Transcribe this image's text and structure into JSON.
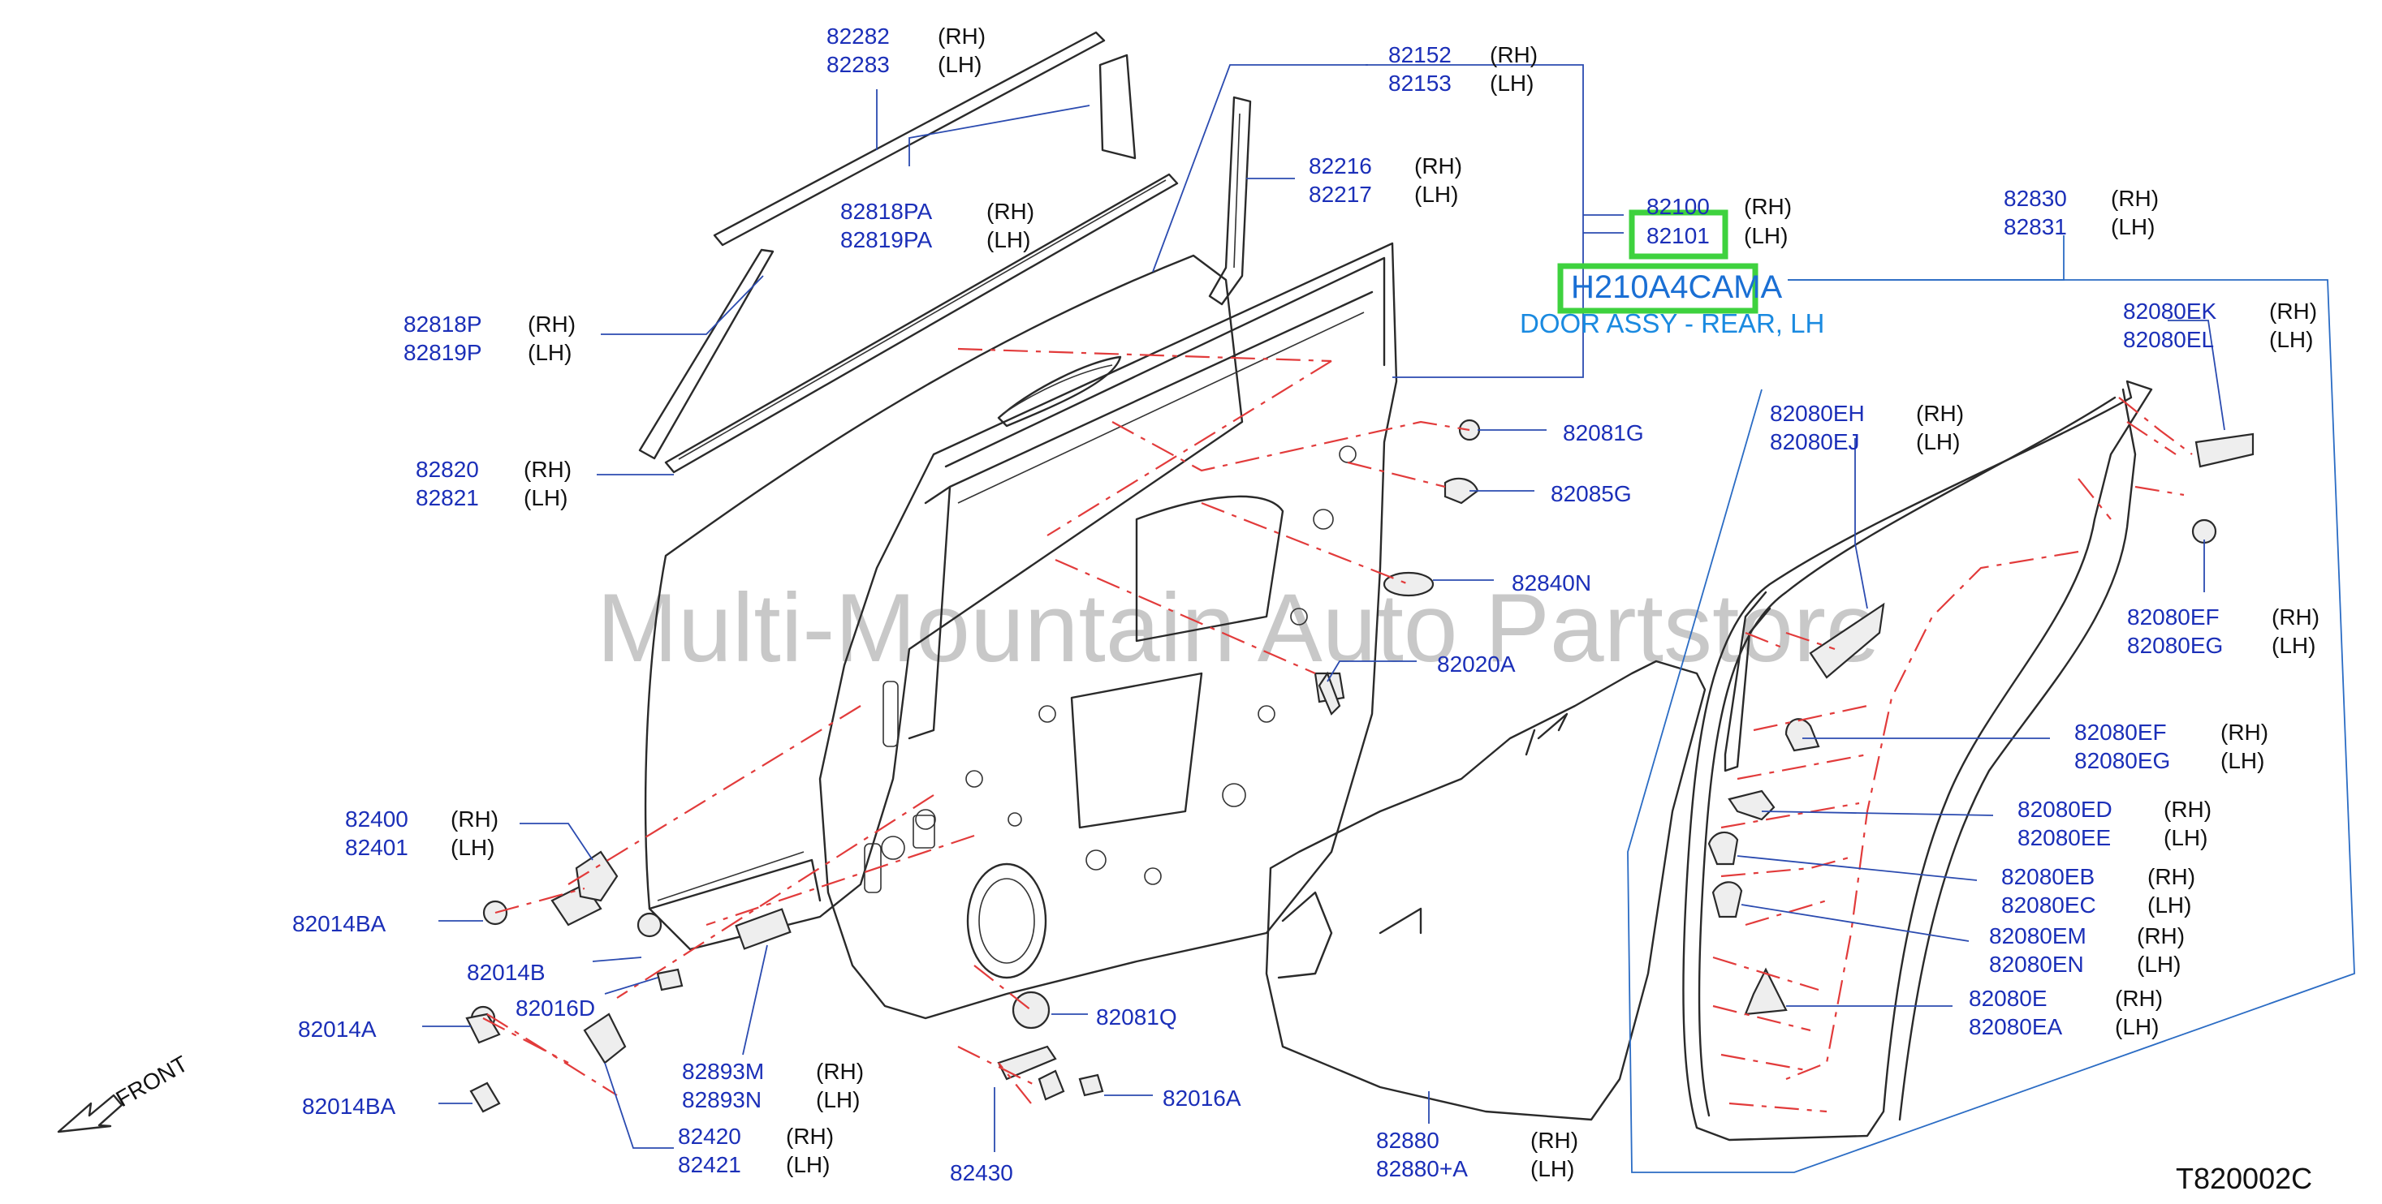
{
  "diagram": {
    "figure_code": "T820002C",
    "watermark": "Multi-Mountain Auto Partstore",
    "front_label": "FRONT",
    "highlight": {
      "part_code": "H210A4CAMA",
      "description": "DOOR ASSY - REAR, LH",
      "color": "#3ed23e"
    },
    "labels": [
      {
        "id": "82282",
        "rh": "82282",
        "lh": "82283",
        "rh_tag": "(RH)",
        "lh_tag": "(LH)"
      },
      {
        "id": "82152",
        "rh": "82152",
        "lh": "82153",
        "rh_tag": "(RH)",
        "lh_tag": "(LH)"
      },
      {
        "id": "82216",
        "rh": "82216",
        "lh": "82217",
        "rh_tag": "(RH)",
        "lh_tag": "(LH)"
      },
      {
        "id": "82818pa",
        "rh": "82818PA",
        "lh": "82819PA",
        "rh_tag": "(RH)",
        "lh_tag": "(LH)"
      },
      {
        "id": "82100",
        "rh": "82100",
        "lh": "82101",
        "rh_tag": "(RH)",
        "lh_tag": "(LH)"
      },
      {
        "id": "82830",
        "rh": "82830",
        "lh": "82831",
        "rh_tag": "(RH)",
        "lh_tag": "(LH)"
      },
      {
        "id": "82818p",
        "rh": "82818P",
        "lh": "82819P",
        "rh_tag": "(RH)",
        "lh_tag": "(LH)"
      },
      {
        "id": "82080ek",
        "rh": "82080EK",
        "lh": "82080EL",
        "rh_tag": "(RH)",
        "lh_tag": "(LH)"
      },
      {
        "id": "82080eh",
        "rh": "82080EH",
        "lh": "82080EJ",
        "rh_tag": "(RH)",
        "lh_tag": "(LH)"
      },
      {
        "id": "82820",
        "rh": "82820",
        "lh": "82821",
        "rh_tag": "(RH)",
        "lh_tag": "(LH)"
      },
      {
        "id": "82080ef-a",
        "rh": "82080EF",
        "lh": "82080EG",
        "rh_tag": "(RH)",
        "lh_tag": "(LH)"
      },
      {
        "id": "82080ef-b",
        "rh": "82080EF",
        "lh": "82080EG",
        "rh_tag": "(RH)",
        "lh_tag": "(LH)"
      },
      {
        "id": "82400",
        "rh": "82400",
        "lh": "82401",
        "rh_tag": "(RH)",
        "lh_tag": "(LH)"
      },
      {
        "id": "82080ed",
        "rh": "82080ED",
        "lh": "82080EE",
        "rh_tag": "(RH)",
        "lh_tag": "(LH)"
      },
      {
        "id": "82080eb",
        "rh": "82080EB",
        "lh": "82080EC",
        "rh_tag": "(RH)",
        "lh_tag": "(LH)"
      },
      {
        "id": "82080em",
        "rh": "82080EM",
        "lh": "82080EN",
        "rh_tag": "(RH)",
        "lh_tag": "(LH)"
      },
      {
        "id": "82080e",
        "rh": "82080E",
        "lh": "82080EA",
        "rh_tag": "(RH)",
        "lh_tag": "(LH)"
      },
      {
        "id": "82893m",
        "rh": "82893M",
        "lh": "82893N",
        "rh_tag": "(RH)",
        "lh_tag": "(LH)"
      },
      {
        "id": "82420",
        "rh": "82420",
        "lh": "82421",
        "rh_tag": "(RH)",
        "lh_tag": "(LH)"
      },
      {
        "id": "82880",
        "rh": "82880",
        "lh": "82880+A",
        "rh_tag": "(RH)",
        "lh_tag": "(LH)"
      }
    ],
    "singles": [
      {
        "id": "82081g",
        "code": "82081G"
      },
      {
        "id": "82085g",
        "code": "82085G"
      },
      {
        "id": "82840n",
        "code": "82840N"
      },
      {
        "id": "82020a",
        "code": "82020A"
      },
      {
        "id": "82014ba-top",
        "code": "82014BA"
      },
      {
        "id": "82014b",
        "code": "82014B"
      },
      {
        "id": "82016d",
        "code": "82016D"
      },
      {
        "id": "82014a",
        "code": "82014A"
      },
      {
        "id": "82014ba-bottom",
        "code": "82014BA"
      },
      {
        "id": "82081q",
        "code": "82081Q"
      },
      {
        "id": "82016a",
        "code": "82016A"
      },
      {
        "id": "82430",
        "code": "82430"
      }
    ]
  }
}
